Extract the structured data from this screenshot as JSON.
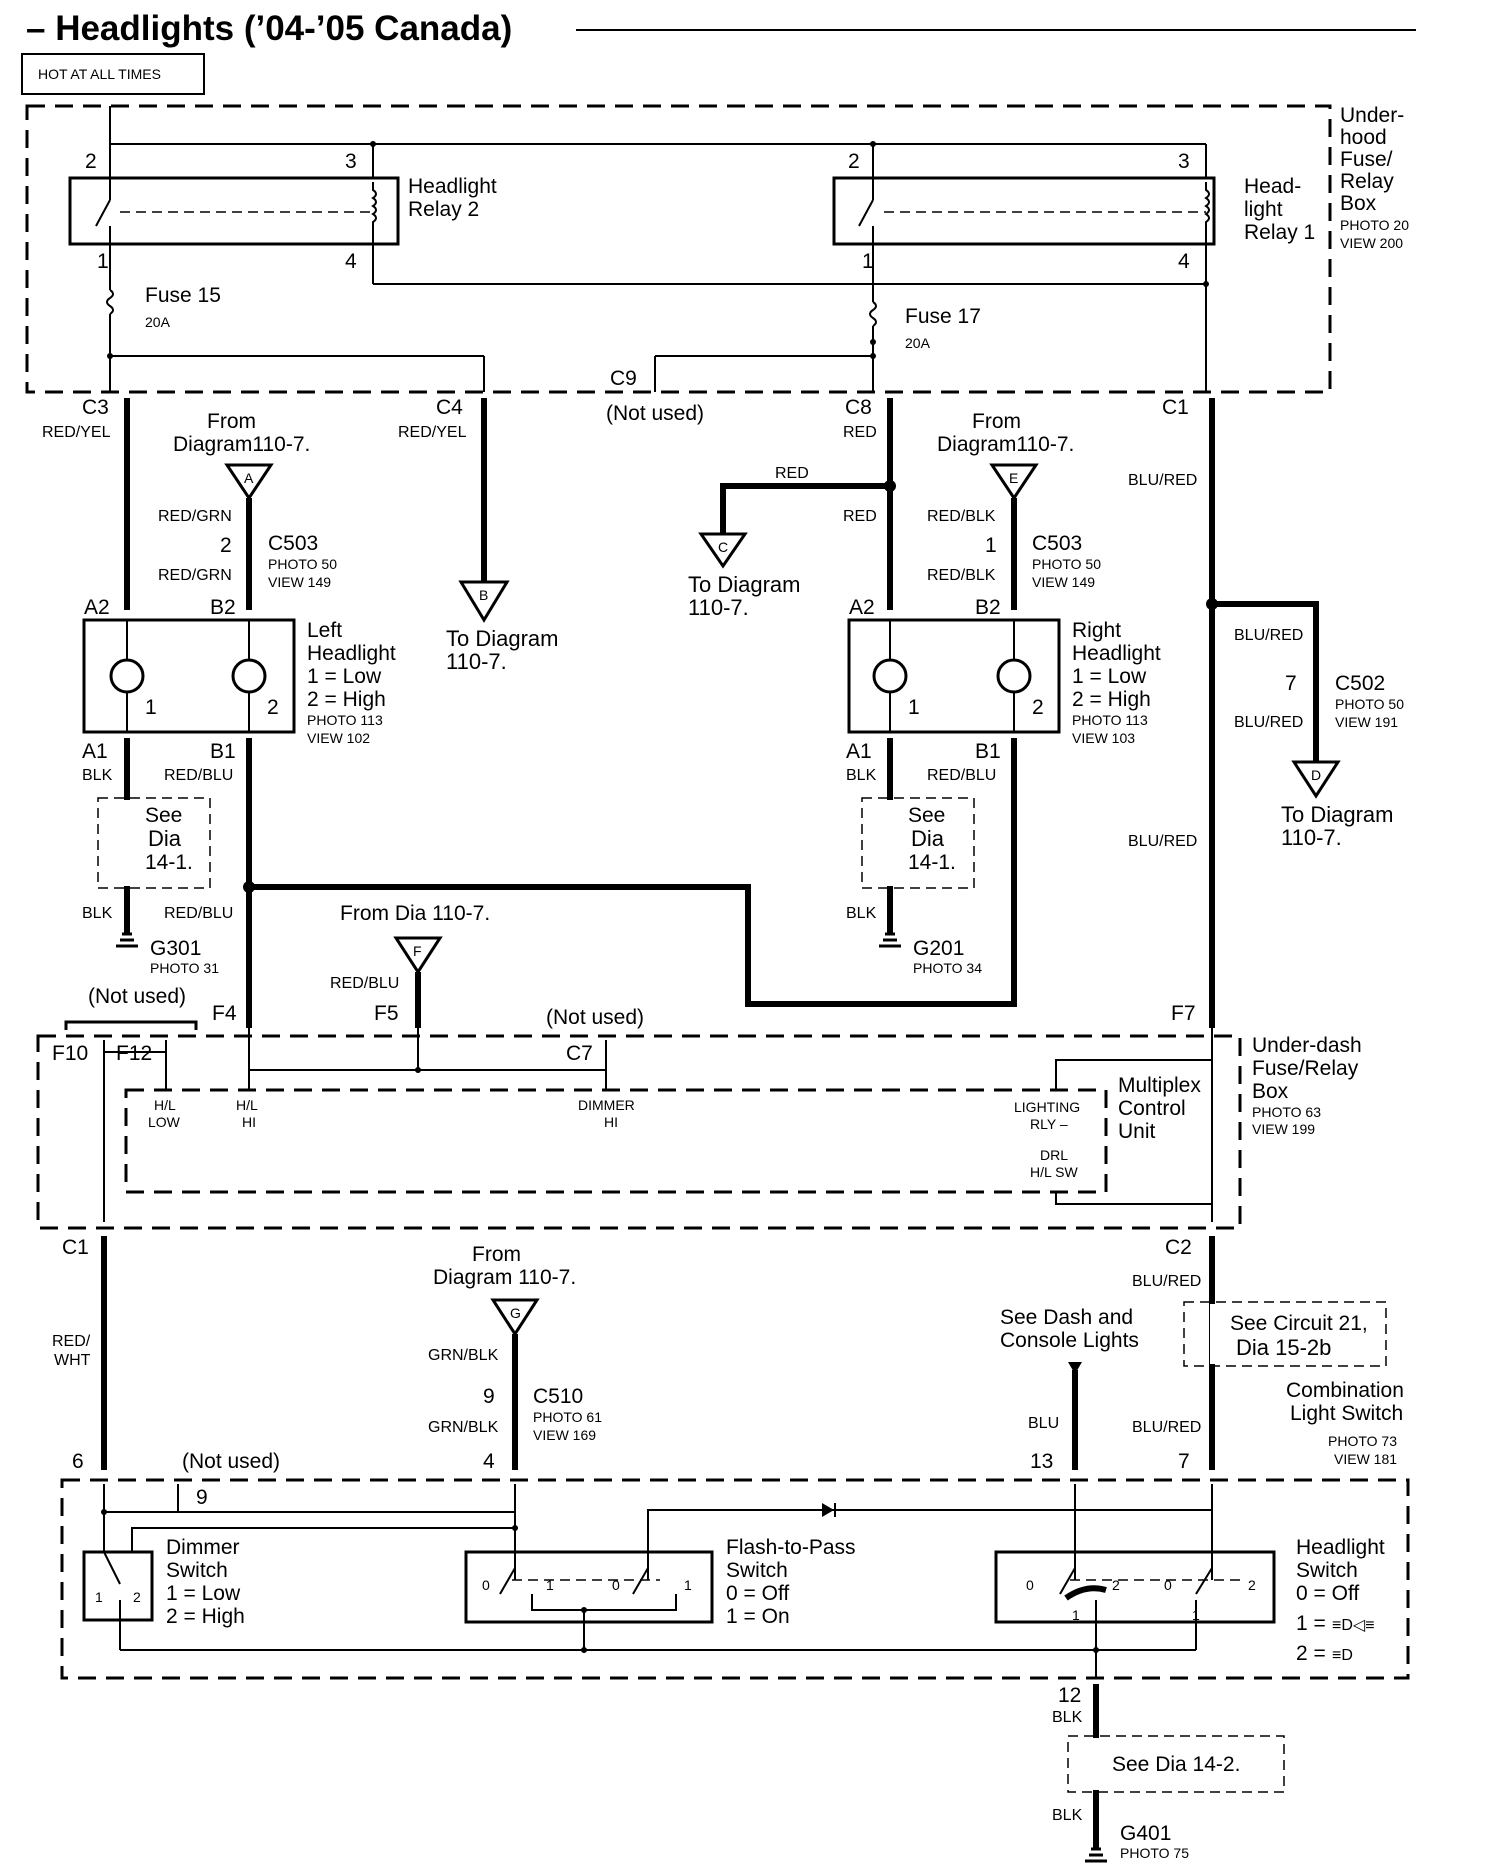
{
  "title": "– Headlights (’04-’05 Canada)",
  "hot_label": "HOT AT ALL TIMES",
  "underhood": {
    "label_lines": [
      "Under-",
      "hood",
      "Fuse/",
      "Relay",
      "Box"
    ],
    "photo": "PHOTO 20",
    "view": "VIEW 200",
    "relay2_lines": [
      "Headlight",
      "Relay 2"
    ],
    "relay1_lines": [
      "Head-",
      "light",
      "Relay 1"
    ],
    "fuse15": "Fuse 15",
    "fuse15_amp": "20A",
    "fuse17": "Fuse 17",
    "fuse17_amp": "20A",
    "pin_1": "1",
    "pin_2": "2",
    "pin_3": "3",
    "pin_4": "4"
  },
  "connectors": {
    "c3": "C3",
    "c4": "C4",
    "c9": "C9",
    "c8": "C8",
    "c1": "C1",
    "not_used": "(Not used)",
    "c503": "C503",
    "c502": "C502",
    "c510": "C510",
    "photo50": "PHOTO 50",
    "view149": "VIEW 149",
    "view191": "VIEW 191",
    "photo61": "PHOTO 61",
    "view169": "VIEW 169",
    "pin2": "2",
    "pin1": "1",
    "pin7": "7",
    "pin9": "9"
  },
  "wires": {
    "red_yel": "RED/YEL",
    "red_grn": "RED/GRN",
    "red": "RED",
    "red_blk": "RED/BLK",
    "blu_red": "BLU/RED",
    "blk": "BLK",
    "red_blu": "RED/BLU",
    "red_wht_1": "RED/",
    "red_wht_2": "WHT",
    "grn_blk": "GRN/BLK",
    "blu": "BLU"
  },
  "refs": {
    "from": "From",
    "from_diagram": "Diagram110-7.",
    "from_diagram_g": "Diagram 110-7.",
    "to_diagram": "To Diagram",
    "to_num": "110-7.",
    "from_dia_f": "From Dia 110-7.",
    "a": "A",
    "b": "B",
    "c": "C",
    "d": "D",
    "e": "E",
    "f": "F",
    "g": "G",
    "see": "See",
    "dia": "Dia",
    "dia141": "14-1.",
    "see_dia142": "See Dia 14-2.",
    "see_circuit_1": "See Circuit 21,",
    "see_circuit_2": "Dia 15-2b",
    "see_dash_1": "See Dash and",
    "see_dash_2": "Console Lights"
  },
  "left_headlight": {
    "lines": [
      "Left",
      "Headlight",
      "1 =  Low",
      "2 =  High"
    ],
    "photo": "PHOTO 113",
    "view": "VIEW 102",
    "a2": "A2",
    "b2": "B2",
    "a1": "A1",
    "b1": "B1",
    "n1": "1",
    "n2": "2"
  },
  "right_headlight": {
    "lines": [
      "Right",
      "Headlight",
      "1 =  Low",
      "2 =  High"
    ],
    "photo": "PHOTO 113",
    "view": "VIEW 103",
    "a2": "A2",
    "b2": "B2",
    "a1": "A1",
    "b1": "B1",
    "n1": "1",
    "n2": "2"
  },
  "grounds": {
    "g301": "G301",
    "g301_photo": "PHOTO 31",
    "g201": "G201",
    "g201_photo": "PHOTO 34",
    "g401": "G401",
    "g401_photo": "PHOTO 75"
  },
  "underdash": {
    "label_lines": [
      "Under-dash",
      "Fuse/Relay",
      "Box"
    ],
    "photo": "PHOTO 63",
    "view": "VIEW 199",
    "f10": "F10",
    "f12": "F12",
    "f4": "F4",
    "f5": "F5",
    "c7": "C7",
    "f7": "F7",
    "not_used": "(Not used)",
    "hl_low_1": "H/L",
    "hl_low_2": "LOW",
    "hl_hi_1": "H/L",
    "hl_hi_2": "HI",
    "dimmer_1": "DIMMER",
    "dimmer_2": "HI",
    "lighting_1": "LIGHTING",
    "lighting_2": "RLY –",
    "drl_1": "DRL",
    "drl_2": "H/L SW",
    "mcu_lines": [
      "Multiplex",
      "Control",
      "Unit"
    ],
    "c1": "C1",
    "c2": "C2"
  },
  "combo_switch": {
    "label_lines": [
      "Combination",
      "Light Switch"
    ],
    "photo": "PHOTO 73",
    "view": "VIEW 181",
    "pin6": "6",
    "pin9": "9",
    "pin4": "4",
    "pin13": "13",
    "pin7": "7",
    "pin12": "12",
    "not_used": "(Not used)",
    "dimmer_lines": [
      "Dimmer",
      "Switch",
      "1 =  Low",
      "2 =  High"
    ],
    "flash_lines": [
      "Flash-to-Pass",
      "Switch",
      "0 =  Off",
      "1 =  On"
    ],
    "headlight_lines": [
      "Headlight",
      "Switch",
      "0 =  Off",
      "1 =",
      "2 ="
    ],
    "n0": "0",
    "n1": "1",
    "n2": "2"
  }
}
